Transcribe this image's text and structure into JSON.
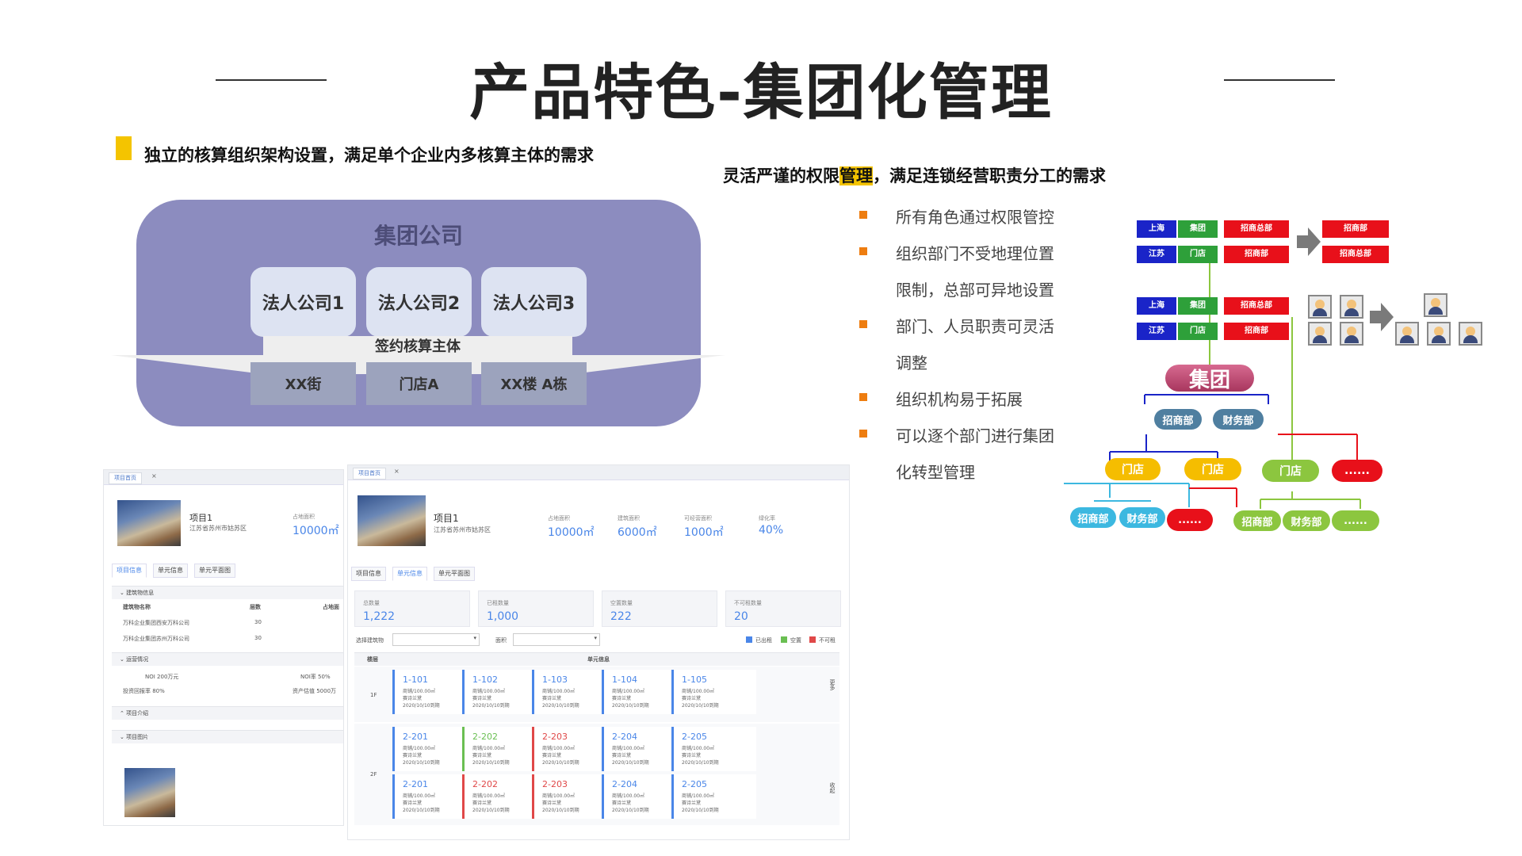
{
  "slide": {
    "title": "产品特色-集团化管理"
  },
  "left_section": {
    "heading": "独立的核算组织架构设置，满足单个企业内多核算主体的需求",
    "org": {
      "group": "集团公司",
      "corps": [
        "法人公司1",
        "法人公司2",
        "法人公司3"
      ],
      "sign_label": "签约核算主体",
      "stores": [
        "XX街",
        "门店A",
        "XX楼 A栋"
      ]
    }
  },
  "right_section": {
    "heading_prefix": "灵活严谨的权限",
    "heading_highlight": "管理",
    "heading_suffix": "，满足连锁经营职责分工的需求",
    "bullets": [
      {
        "lines": [
          "所有角色通过权限管控"
        ]
      },
      {
        "lines": [
          "组织部门不受地理位置",
          "限制，总部可异地设置"
        ]
      },
      {
        "lines": [
          "部门、人员职责可灵活",
          "调整"
        ]
      },
      {
        "lines": [
          "组织机构易于拓展"
        ]
      },
      {
        "lines": [
          "可以逐个部门进行集团",
          "化转型管理"
        ]
      }
    ],
    "bullet_color": "#ee7d10"
  },
  "diagram": {
    "rows": [
      {
        "region": "上海",
        "type": "集团",
        "dept": "招商总部"
      },
      {
        "region": "江苏",
        "type": "门店",
        "dept": "招商部"
      }
    ],
    "targets": [
      "招商部",
      "招商总部"
    ],
    "rows2": [
      {
        "region": "上海",
        "type": "集团",
        "dept": "招商总部"
      },
      {
        "region": "江苏",
        "type": "门店",
        "dept": "招商部"
      }
    ],
    "group": "集团",
    "level1": [
      "招商部",
      "财务部"
    ],
    "level2": [
      "门店",
      "门店",
      "门店",
      "......"
    ],
    "level3_left": [
      "招商部",
      "财务部",
      "......"
    ],
    "level3_right": [
      "招商部",
      "财务部",
      "......"
    ],
    "colors": {
      "blue": "#1a24c8",
      "green": "#2ea03a",
      "red": "#e8101a",
      "yellow": "#f5bd00",
      "teal": "#3cb8e0",
      "lime": "#8cc63f",
      "magenta": "#c0426c",
      "slate": "#4f7fa0"
    }
  },
  "screenshot_a": {
    "tab": "项目首页",
    "project_name": "项目1",
    "address": "江苏省苏州市姑苏区",
    "stat_label": "占地面积",
    "stat_value": "10000㎡",
    "tabs": [
      "项目信息",
      "单元信息",
      "单元平面图"
    ],
    "section_building": "建筑物信息",
    "table_headers": [
      "建筑物名称",
      "层数",
      "占地面"
    ],
    "table_rows": [
      [
        "万科企业集团西安万科公司",
        "30"
      ],
      [
        "万科企业集团苏州万科公司",
        "30"
      ]
    ],
    "section_ops": "运营情况",
    "ops_rows": [
      [
        "NOI  200万元",
        "NOI率  50%"
      ],
      [
        "投资回报率  80%",
        "资产估值  5000万"
      ]
    ],
    "section_intro": "项目介绍",
    "section_images": "项目图片"
  },
  "screenshot_b": {
    "tab": "项目首页",
    "project_name": "项目1",
    "address": "江苏省苏州市姑苏区",
    "stats": [
      {
        "label": "占地面积",
        "value": "10000㎡"
      },
      {
        "label": "建筑面积",
        "value": "6000㎡"
      },
      {
        "label": "可经营面积",
        "value": "1000㎡"
      },
      {
        "label": "绿化率",
        "value": "40%"
      }
    ],
    "tabs": [
      "项目信息",
      "单元信息",
      "单元平面图"
    ],
    "summary": [
      {
        "label": "总数量",
        "value": "1,222"
      },
      {
        "label": "已租数量",
        "value": "1,000"
      },
      {
        "label": "空置数量",
        "value": "222"
      },
      {
        "label": "不可租数量",
        "value": "20"
      }
    ],
    "filter_building": "选择建筑物",
    "filter_area": "面积",
    "legend": [
      {
        "label": "已出租",
        "color": "#4a86e8"
      },
      {
        "label": "空置",
        "color": "#6abf52"
      },
      {
        "label": "不可租",
        "color": "#e04848"
      }
    ],
    "col_floor": "楼层",
    "col_units": "单元信息",
    "floors": [
      {
        "floor": "1F",
        "units": [
          {
            "code": "1-101",
            "status": "blue"
          },
          {
            "code": "1-102",
            "status": "blue"
          },
          {
            "code": "1-103",
            "status": "blue"
          },
          {
            "code": "1-104",
            "status": "blue"
          },
          {
            "code": "1-105",
            "status": "blue"
          }
        ],
        "side": "更多"
      },
      {
        "floor": "2F",
        "units": [
          {
            "code": "2-201",
            "status": "blue"
          },
          {
            "code": "2-202",
            "status": "green"
          },
          {
            "code": "2-203",
            "status": "red"
          },
          {
            "code": "2-204",
            "status": "blue"
          },
          {
            "code": "2-205",
            "status": "blue"
          },
          {
            "code": "2-201",
            "status": "blue"
          },
          {
            "code": "2-202",
            "status": "red"
          },
          {
            "code": "2-203",
            "status": "red"
          },
          {
            "code": "2-204",
            "status": "blue"
          },
          {
            "code": "2-205",
            "status": "blue"
          }
        ],
        "side": "收起"
      }
    ],
    "unit_lines": [
      "商铺/100.00㎡",
      "赛诗兰黛",
      "2020/10/10到期"
    ]
  }
}
